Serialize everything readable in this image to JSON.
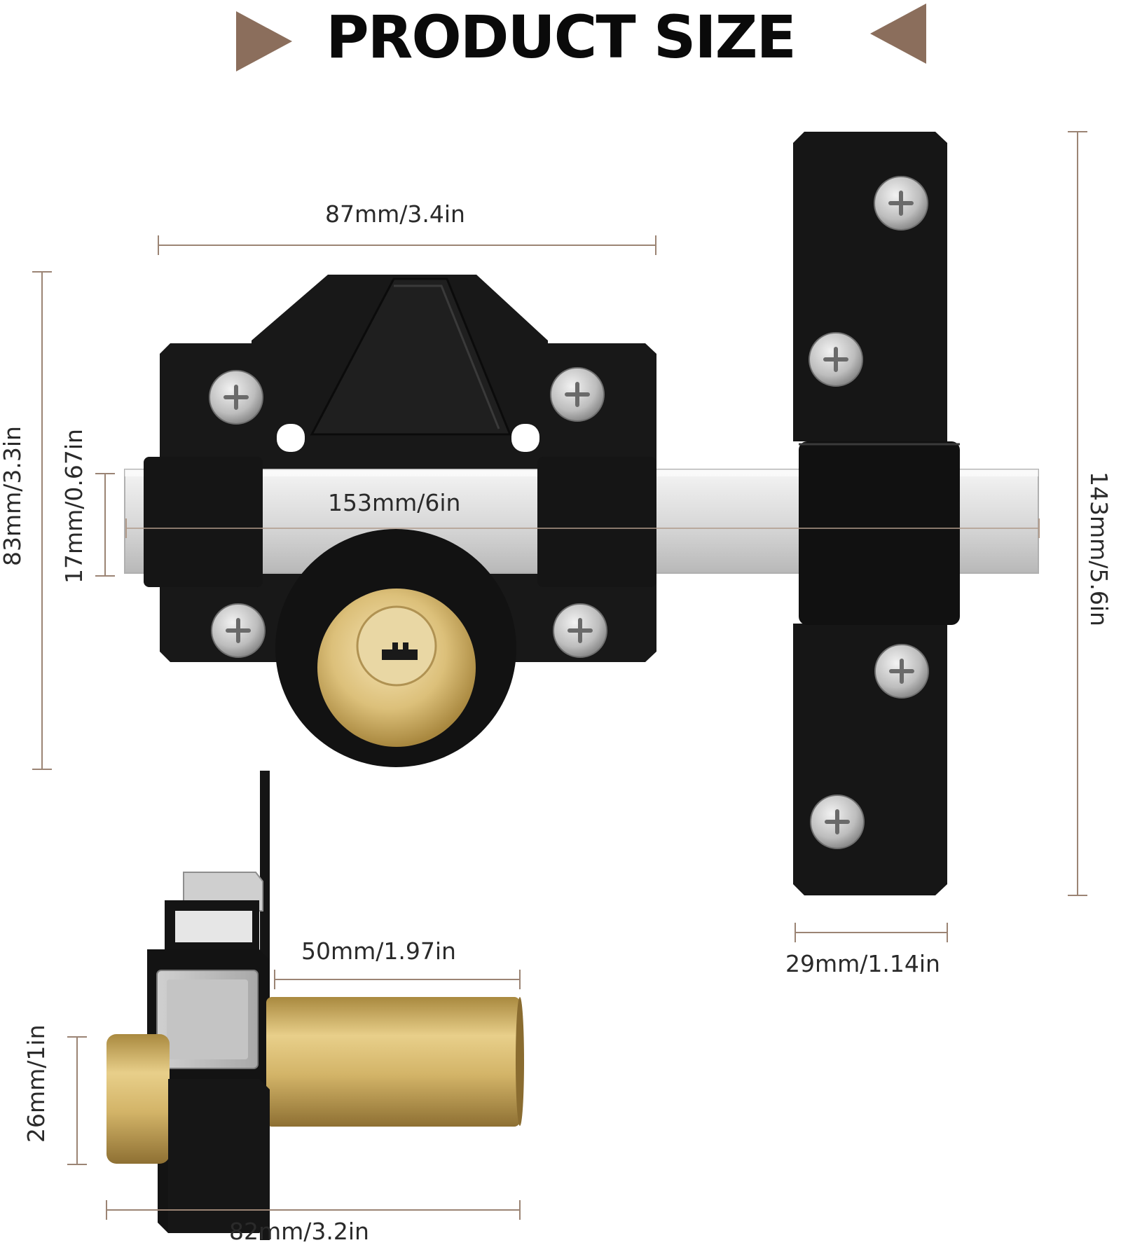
{
  "title": "PRODUCT SIZE",
  "colors": {
    "accent_triangle": "#8b6e5c",
    "lock_body": "#141414",
    "brass": "#d4b26a",
    "steel": "#d9d9d9",
    "dimension_line": "#9b8474"
  },
  "icons": [
    "triangle-right-icon",
    "triangle-left-icon",
    "phillips-screw-icon",
    "keyhole-icon"
  ],
  "dimensions": {
    "body_width": "87mm/3.4in",
    "body_height": "83mm/3.3in",
    "bolt_height": "17mm/0.67in",
    "bolt_length": "153mm/6in",
    "keeper_height": "143mm/5.6in",
    "keeper_width": "29mm/1.14in",
    "cylinder_length": "50mm/1.97in",
    "cylinder_diameter": "26mm/1in",
    "side_width": "82mm/3.2in"
  }
}
